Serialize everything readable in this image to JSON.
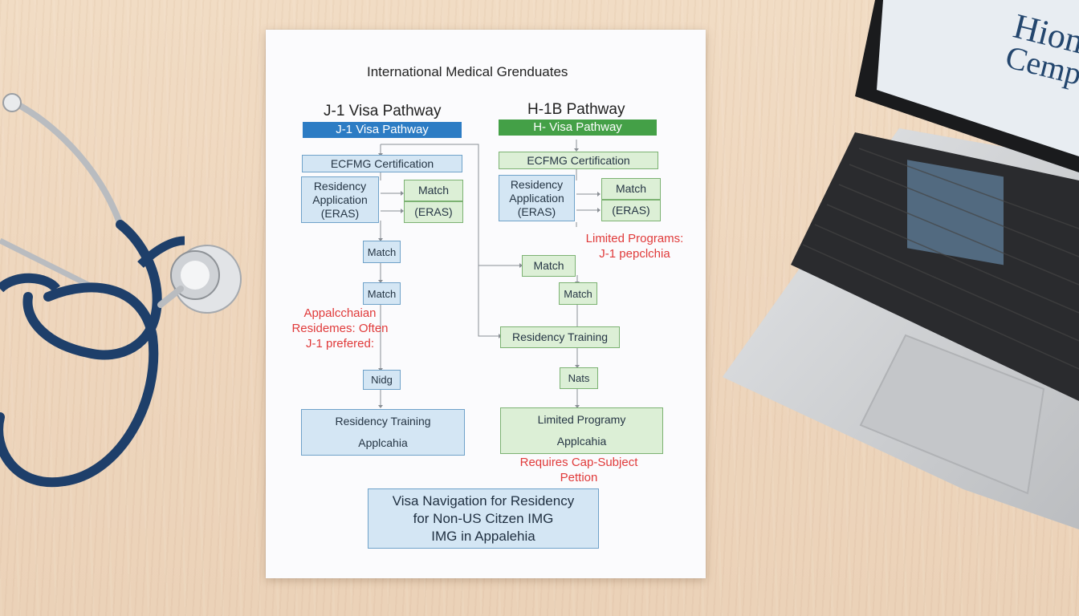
{
  "document": {
    "title": "International Medical Grenduates",
    "j1": {
      "heading": "J-1 Visa Pathway",
      "bar": "J-1 Visa Pathway",
      "ecfmg": "ECFMG Certification",
      "residency_app": [
        "Residency",
        "Application",
        "(ERAS)"
      ],
      "match_box": [
        "Match",
        "(ERAS)"
      ],
      "match_1": "Match",
      "match_2": "Match",
      "note": [
        "Appalcchaian",
        "Residemes: Often",
        "J-1 prefered:"
      ],
      "nidg": "Nidg",
      "final_box": [
        "Residency Training",
        "Applcahia"
      ]
    },
    "h1b": {
      "heading": "H-1B Pathway",
      "bar": "H- Visa Pathway",
      "ecfmg": "ECFMG Certification",
      "residency_app": [
        "Residency",
        "Application",
        "(ERAS)"
      ],
      "match_box": [
        "Match",
        "(ERAS)"
      ],
      "limited_note": [
        "Limited Programs:",
        "J-1 pepclchia"
      ],
      "match_1": "Match",
      "match_2": "Match",
      "residency_training": "Residency Training",
      "nats": "Nats",
      "final_box": [
        "Limited Programy",
        "Applcahia"
      ],
      "requires_note": [
        "Requires Cap-Subject",
        "Pettion"
      ]
    },
    "footer_box": [
      "Visa Navigation for Residency",
      "for Non-US Citzen IMG",
      "IMG in Appalehia"
    ]
  },
  "laptop_screen": {
    "headline": "Hiom",
    "headline_2": "Cempe"
  }
}
